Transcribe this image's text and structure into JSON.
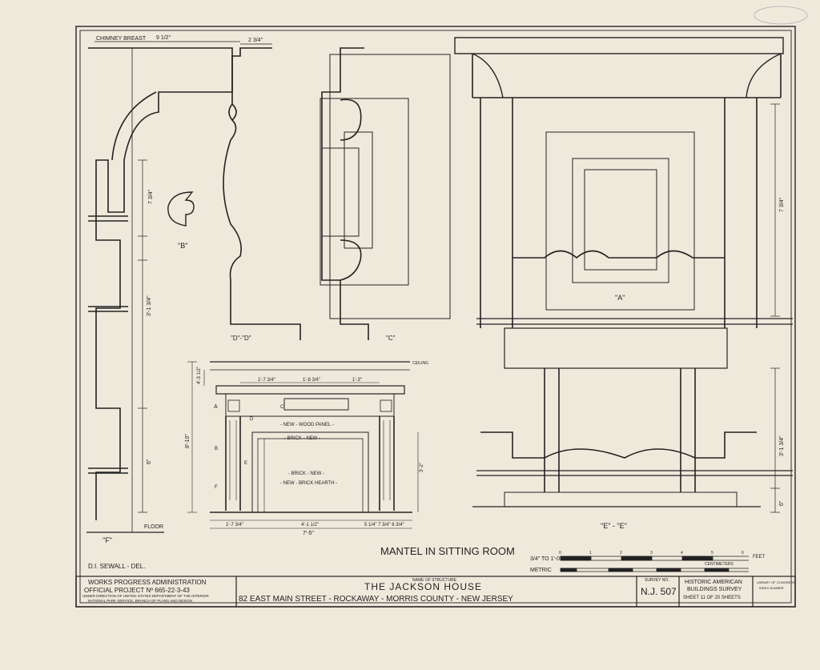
{
  "drawing_title": "MANTEL IN SITTING ROOM",
  "delineator": "D.I. SEWALL - DEL.",
  "views": {
    "chimney_breast": "CHIMNEY BREAST",
    "section_f": "\"F\"",
    "floor": "FLOOR",
    "detail_b": "\"B\"",
    "section_dd": "\"D\"-\"D\"",
    "detail_c": "\"C\"",
    "detail_a": "\"A\"",
    "section_ee": "\"E\" - \"E\""
  },
  "elevation": {
    "ceiling": "CEILING",
    "wood_panel": "- NEW - WOOD PANEL -",
    "brick_new_top": "- BRICK - NEW -",
    "brick_new": "- BRICK - NEW -",
    "brick_hearth": "- NEW - BRICK HEARTH -",
    "total_height": "8'-10\"",
    "overall_width": "7'-5\"",
    "opening_width": "4'-1 1/2\"",
    "opening_height": "3'-2\"",
    "dim_top_left": "1'-7 3/4\"",
    "dim_top_mid": "1'-8 3/4\"",
    "dim_top_right": "1'-3\"",
    "dim_shelf": "4'-3 1/2\"",
    "dim_bottom_left": "1'-7 3/4\"",
    "dim_bottom_right": "5 1/4\"  7 3/4\"  6 3/4\"",
    "label_a": "A",
    "label_b": "B",
    "label_c": "C",
    "label_d": "D",
    "label_e": "E",
    "label_f": "F"
  },
  "dimensions": {
    "chimney_width": "9 1/2\"",
    "depth_small": "2 3/4\"",
    "f_upper": "7 3/4\"",
    "f_mid": "3'-1 3/4\"",
    "f_lower": "6\"",
    "ee_upper": "7 3/4\"",
    "ee_mid": "3'-1 3/4\"",
    "ee_lower": "6\""
  },
  "scale": {
    "imperial_label": "3/4\" TO 1'-0\"",
    "metric_label": "METRIC",
    "feet_label": "FEET",
    "cm_label": "CENTIMETERS",
    "feet_ticks": [
      "0",
      "1",
      "2",
      "3",
      "4",
      "5",
      "6"
    ]
  },
  "title_block": {
    "agency_1": "WORKS PROGRESS ADMINISTRATION",
    "agency_2": "OFFICIAL PROJECT Nº 665-22-3-43",
    "agency_3": "UNDER DIRECTION OF UNITED STATES DEPARTMENT OF THE INTERIOR",
    "agency_4": "NATIONAL PARK SERVICE, BRANCH OF PLANS AND DESIGN",
    "name_label": "NAME OF STRUCTURE",
    "name": "THE JACKSON HOUSE",
    "address": "82 EAST MAIN STREET - ROCKAWAY - MORRIS COUNTY - NEW JERSEY",
    "survey_label": "SURVEY NO.",
    "survey_no": "N.J. 507",
    "habs_1": "HISTORIC AMERICAN",
    "habs_2": "BUILDINGS SURVEY",
    "sheet": "SHEET 11 OF 20 SHEETS",
    "lib_1": "LIBRARY OF CONGRESS",
    "lib_2": "INDEX NUMBER"
  }
}
